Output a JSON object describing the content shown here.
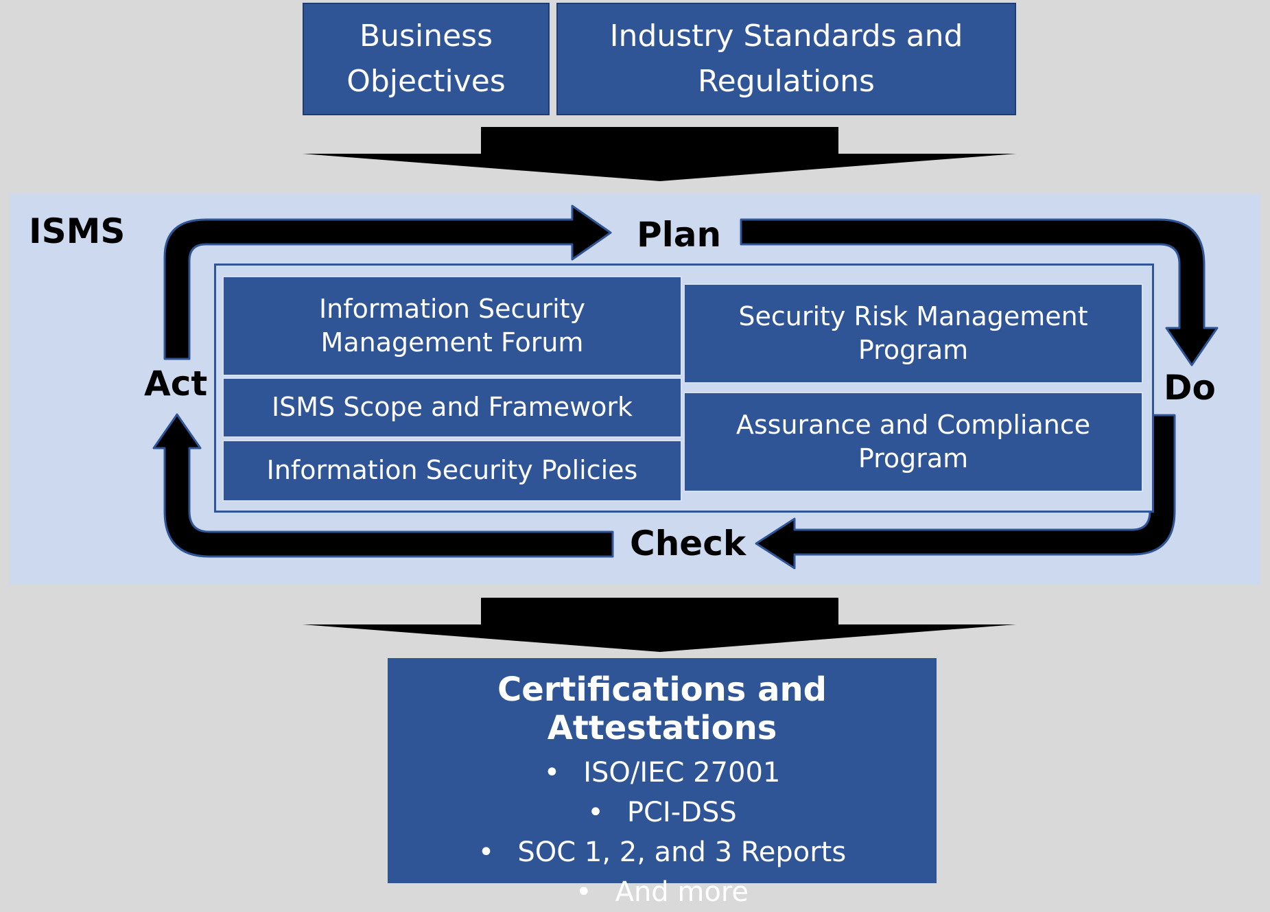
{
  "top_boxes": {
    "business_objectives": "Business Objectives",
    "industry_standards": "Industry Standards and Regulations"
  },
  "isms": {
    "label": "ISMS",
    "cycle": {
      "plan": "Plan",
      "do": "Do",
      "check": "Check",
      "act": "Act"
    },
    "components": {
      "forum": "Information Security Management Forum",
      "scope": "ISMS Scope and Framework",
      "policies": "Information Security Policies",
      "risk": "Security Risk Management Program",
      "assurance": "Assurance and Compliance Program"
    }
  },
  "certifications": {
    "title": "Certifications and Attestations",
    "items": [
      "ISO/IEC 27001",
      "PCI-DSS",
      "SOC 1, 2, and 3 Reports",
      "And more"
    ]
  },
  "colors": {
    "box_fill": "#2f5597",
    "panel_fill": "#cdd9ef",
    "background": "#d9d9d9",
    "arrow": "#000000"
  }
}
